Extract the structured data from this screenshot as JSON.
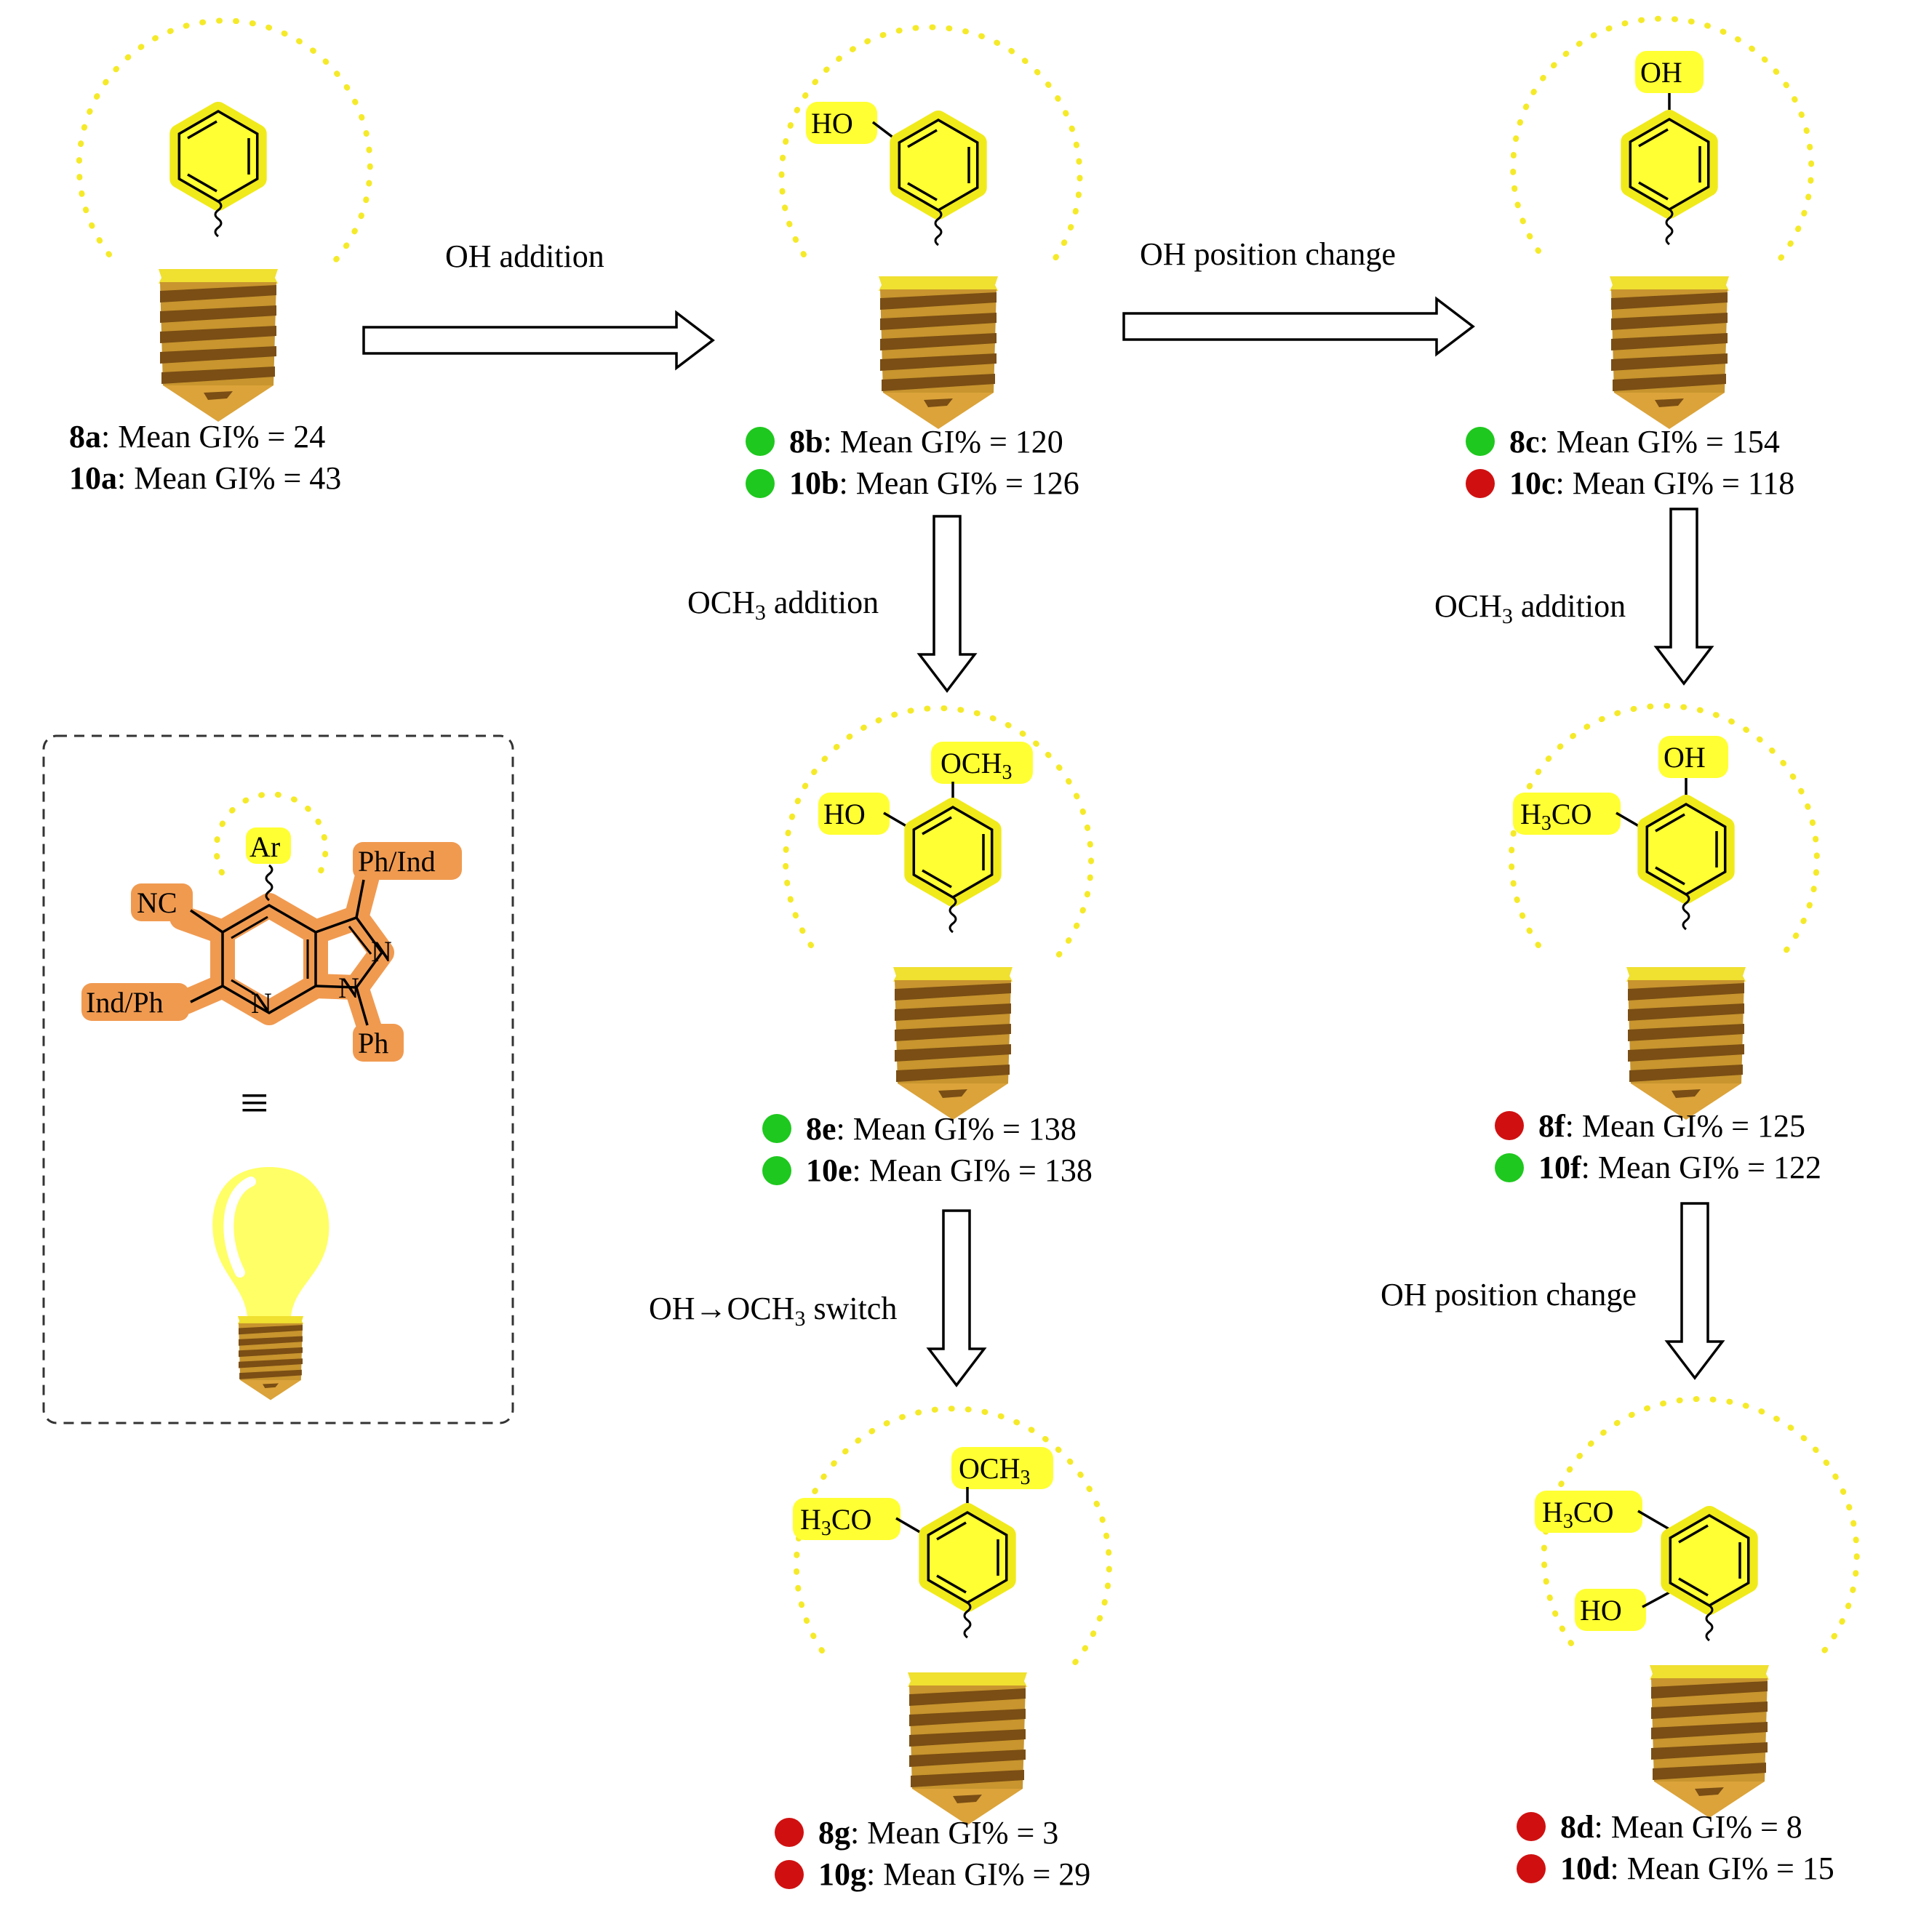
{
  "arrows": {
    "oh_addition": "OH addition",
    "oh_position_change_top": "OH position change",
    "och3_addition_left": "OCH3 addition",
    "och3_addition_right": "OCH3 addition",
    "oh_och3_switch": "OH→OCH3 switch",
    "oh_position_change_right": "OH position change"
  },
  "compounds": {
    "c8a": {
      "id": "8a",
      "text": ":   Mean GI% = 24"
    },
    "c10a": {
      "id": "10a",
      "text": ": Mean GI% = 43"
    },
    "c8b": {
      "id": "8b",
      "text": ":   Mean GI% = 120",
      "status": "green"
    },
    "c10b": {
      "id": "10b",
      "text": ": Mean GI% = 126",
      "status": "green"
    },
    "c8c": {
      "id": "8c",
      "text": ":   Mean GI% = 154",
      "status": "green"
    },
    "c10c": {
      "id": "10c",
      "text": ": Mean GI% = 118",
      "status": "red"
    },
    "c8e": {
      "id": "8e",
      "text": ":   Mean GI% = 138",
      "status": "green"
    },
    "c10e": {
      "id": "10e",
      "text": ": Mean GI% = 138",
      "status": "green"
    },
    "c8f": {
      "id": "8f",
      "text": ":   Mean GI% = 125",
      "status": "red"
    },
    "c10f": {
      "id": "10f",
      "text": ": Mean GI% = 122",
      "status": "green"
    },
    "c8g": {
      "id": "8g",
      "text": ":   Mean GI% = 3",
      "status": "red"
    },
    "c10g": {
      "id": "10g",
      "text": ": Mean GI% = 29",
      "status": "red"
    },
    "c8d": {
      "id": "8d",
      "text": ":   Mean GI% = 8",
      "status": "red"
    },
    "c10d": {
      "id": "10d",
      "text": ": Mean GI% = 15",
      "status": "red"
    }
  },
  "substituents": {
    "ho": "HO",
    "oh": "OH",
    "och3": "OCH3",
    "h3co": "H3CO"
  },
  "scaffold": {
    "ar": "Ar",
    "nc": "NC",
    "ph_ind": "Ph/Ind",
    "ind_ph": "Ind/Ph",
    "n": "N",
    "ph": "Ph",
    "equiv": "≡"
  },
  "colors": {
    "green_dot": "#1ec81e",
    "red_dot": "#d01010",
    "glow": "#f5ea2a",
    "halo": "#f0ea1a",
    "screw": "#c8952e",
    "scaffold_orange": "#f09a50"
  }
}
